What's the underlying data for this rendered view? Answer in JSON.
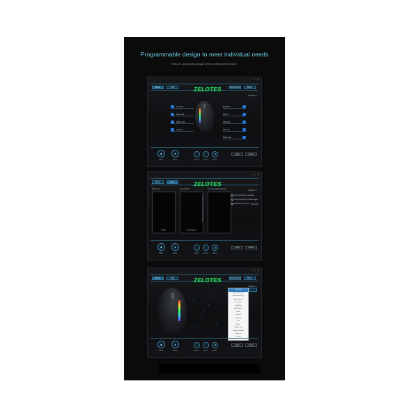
{
  "poster": {
    "headline": "Programmable design to meet individual needs",
    "subline": "Select an appropriate language before configuring the function."
  },
  "brand": {
    "logo": "ZELOTES",
    "accent": "#34d46a",
    "ui_blue": "#2f78a0"
  },
  "window1": {
    "tabs": [
      "Button",
      "Light",
      "Performance",
      "Macro"
    ],
    "language": "English",
    "left_buttons": [
      {
        "num": "1",
        "label": "Left Click"
      },
      {
        "num": "2",
        "label": "Right Click"
      },
      {
        "num": "3",
        "label": "Middle Click"
      },
      {
        "num": "4",
        "label": "Forward"
      }
    ],
    "right_buttons": [
      {
        "num": "5",
        "label": "Backward"
      },
      {
        "num": "6",
        "label": "DPI Up"
      },
      {
        "num": "7",
        "label": "DPI Down"
      },
      {
        "num": "8",
        "label": "DPI Loop"
      },
      {
        "num": "9",
        "label": "Mode Loop"
      }
    ],
    "footer": {
      "buttons": [
        "Office",
        "Game",
        "Import",
        "Export",
        "Reset"
      ],
      "apply": "Apply",
      "cancel": "Cancel"
    }
  },
  "window2": {
    "tabs": [
      "Button",
      "Macro"
    ],
    "language": "English",
    "panel_titles": [
      "Macro List",
      "Key & Macro",
      "List of modified (Macro)"
    ],
    "panel_footers": [
      "Macro",
      "Insert/Delete"
    ],
    "options": [
      "Loop until the key released",
      "Loop until the key pressed again",
      "Specified cycle times"
    ],
    "footer": {
      "buttons": [
        "Office",
        "Game",
        "Import",
        "Export",
        "Reset"
      ],
      "apply": "Apply",
      "cancel": "Cancel"
    }
  },
  "window3": {
    "tabs": [
      "Button",
      "Light",
      "Performance",
      "Macro"
    ],
    "language": "English",
    "dropdown_items": [
      "Left Click",
      "Key Combination",
      "Multimedia Keys",
      "Basic Funcs",
      "Fire Key",
      "Left Click",
      "Light Switch",
      "Mode",
      "Cancel",
      "DPI Loop",
      "Fire",
      "Macro",
      "Mode Loop",
      "Button Disabled",
      "Shortcuts",
      "Default"
    ],
    "footer": {
      "buttons": [
        "Office",
        "Game",
        "Import",
        "Export",
        "Reset"
      ],
      "apply": "Apply",
      "cancel": "Cancel"
    }
  }
}
